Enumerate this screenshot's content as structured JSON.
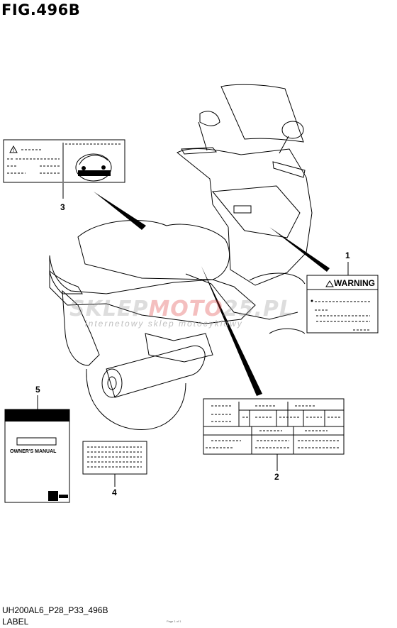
{
  "figure": {
    "title": "FIG.496B",
    "code": "UH200AL6_P28_P33_496B",
    "label": "LABEL",
    "small_print": "Page 1 of 1"
  },
  "watermark": {
    "brand_a": "SKLEP",
    "brand_b": "MOTO",
    "brand_c": "25.PL",
    "tagline": "internetowy sklep motocyklowy"
  },
  "callouts": {
    "c1": "1",
    "c2": "2",
    "c3": "3",
    "c4": "4",
    "c5": "5"
  },
  "labels": {
    "warning_text": "WARNING",
    "manual_text": "OWNER'S MANUAL"
  }
}
